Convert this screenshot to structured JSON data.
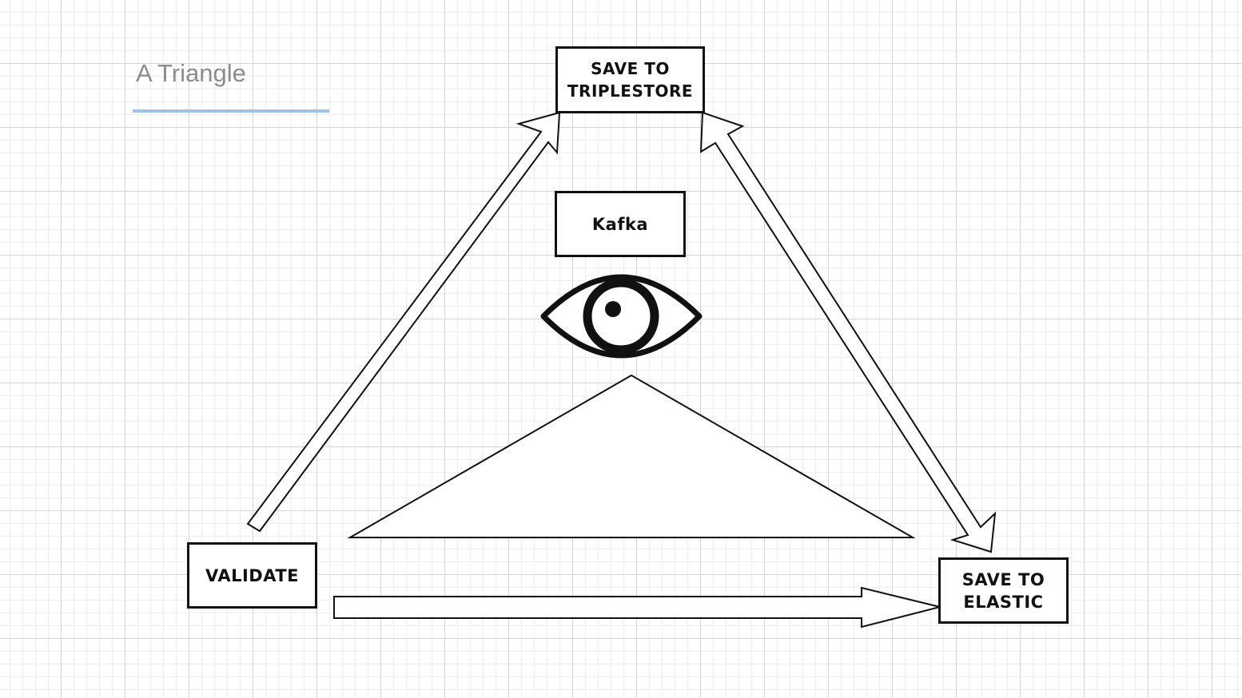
{
  "title": "A Triangle",
  "nodes": {
    "triplestore": "SAVE TO\nTRIPLESTORE",
    "kafka": "Kafka",
    "validate": "VALIDATE",
    "elastic": "SAVE TO\nELASTIC"
  },
  "icons": {
    "eye": "eye-icon",
    "triangle": "triangle-shape"
  }
}
